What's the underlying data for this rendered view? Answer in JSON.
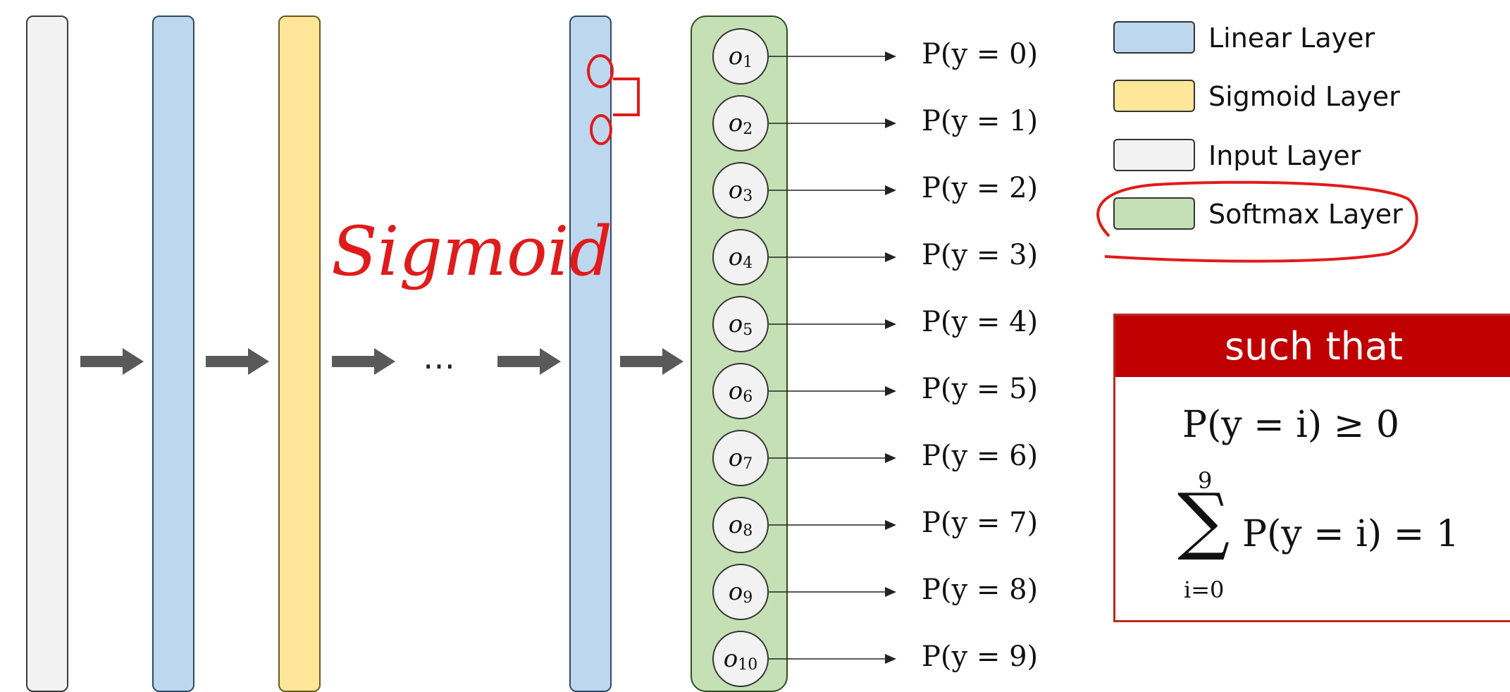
{
  "diagram": {
    "ellipsis": "…",
    "outputs": [
      {
        "sub": "1",
        "prob": "P(y = 0)"
      },
      {
        "sub": "2",
        "prob": "P(y = 1)"
      },
      {
        "sub": "3",
        "prob": "P(y = 2)"
      },
      {
        "sub": "4",
        "prob": "P(y = 3)"
      },
      {
        "sub": "5",
        "prob": "P(y = 4)"
      },
      {
        "sub": "6",
        "prob": "P(y = 5)"
      },
      {
        "sub": "7",
        "prob": "P(y = 6)"
      },
      {
        "sub": "8",
        "prob": "P(y = 7)"
      },
      {
        "sub": "9",
        "prob": "P(y = 8)"
      },
      {
        "sub": "10",
        "prob": "P(y = 9)"
      }
    ],
    "node_symbol": "o"
  },
  "legend": {
    "linear": "Linear Layer",
    "sigmoid": "Sigmoid Layer",
    "input": "Input Layer",
    "softmax": "Softmax Layer"
  },
  "constraints": {
    "header": "such that",
    "nonneg": "P(y = i) ≥ 0",
    "sum_upper": "9",
    "sum_lower": "i=0",
    "sum_body": "P(y = i) = 1"
  },
  "annotation": {
    "handwritten": "Sigmoid",
    "ink_color": "#e01b1b"
  },
  "colors": {
    "input": "#f2f2f2",
    "linear": "#bdd7ee",
    "sigmoid": "#ffe699",
    "softmax": "#c5e0b4",
    "box_header": "#c00000"
  }
}
